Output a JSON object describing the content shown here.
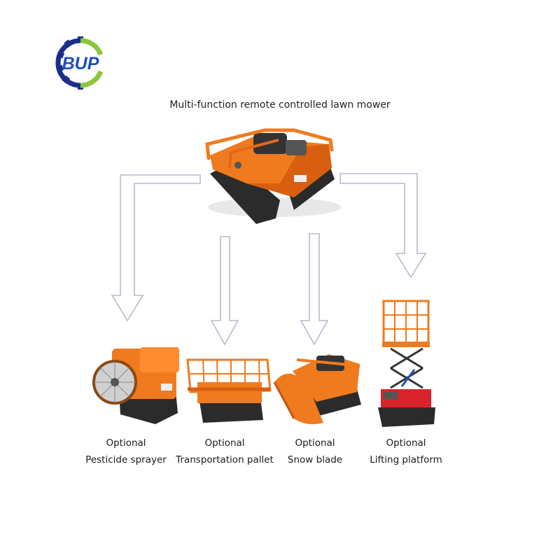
{
  "brand": {
    "logo_text": "BUP",
    "colors": {
      "blue": "#1e4fc2",
      "gear": "#1a2f8a",
      "green": "#8cc63f"
    }
  },
  "title": "Multi-function remote controlled lawn mower",
  "colors": {
    "machine_orange": "#f07a1e",
    "machine_dark": "#2b2b2b",
    "arrow_stroke": "#b9b9cf",
    "lift_red": "#d8232a"
  },
  "options": [
    {
      "line1": "Optional",
      "line2": "Pesticide sprayer"
    },
    {
      "line1": "Optional",
      "line2": "Transportation pallet"
    },
    {
      "line1": "Optional",
      "line2": "Snow blade"
    },
    {
      "line1": "Optional",
      "line2": "Lifting platform"
    }
  ]
}
